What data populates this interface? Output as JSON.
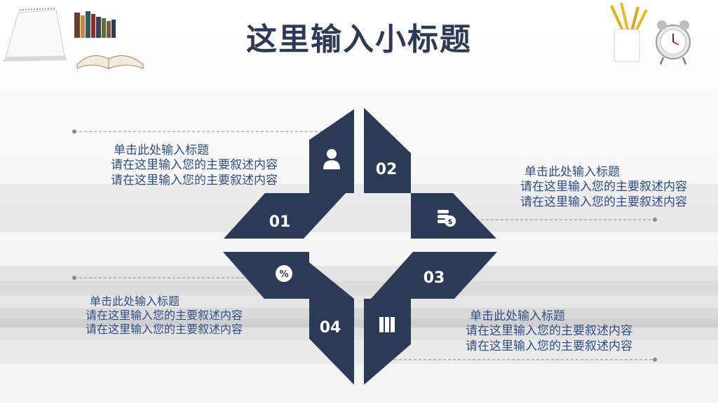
{
  "title": "这里输入小标题",
  "colors": {
    "shape": "#2c3a55",
    "text": "#2e4c86",
    "connector": "#8a8a8a"
  },
  "segments": [
    {
      "number": "01",
      "icon": "person-icon",
      "heading": "单击此处输入标题",
      "lines": [
        "请在这里输入您的主要叙述内容",
        "请在这里输入您的主要叙述内容"
      ]
    },
    {
      "number": "02",
      "icon": "coins-icon",
      "heading": "单击此处输入标题",
      "lines": [
        "请在这里输入您的主要叙述内容",
        "请在这里输入您的主要叙述内容"
      ]
    },
    {
      "number": "03",
      "icon": "books-icon",
      "heading": "单击此处输入标题",
      "lines": [
        "请在这里输入您的主要叙述内容",
        "请在这里输入您的主要叙述内容"
      ]
    },
    {
      "number": "04",
      "icon": "percent-icon",
      "heading": "单击此处输入标题",
      "lines": [
        "请在这里输入您的主要叙述内容",
        "请在这里输入您的主要叙述内容"
      ]
    }
  ],
  "decorations": [
    "calendar-icon",
    "books-stack-icon",
    "open-book-icon",
    "pencil-cup-icon",
    "alarm-clock-icon"
  ]
}
